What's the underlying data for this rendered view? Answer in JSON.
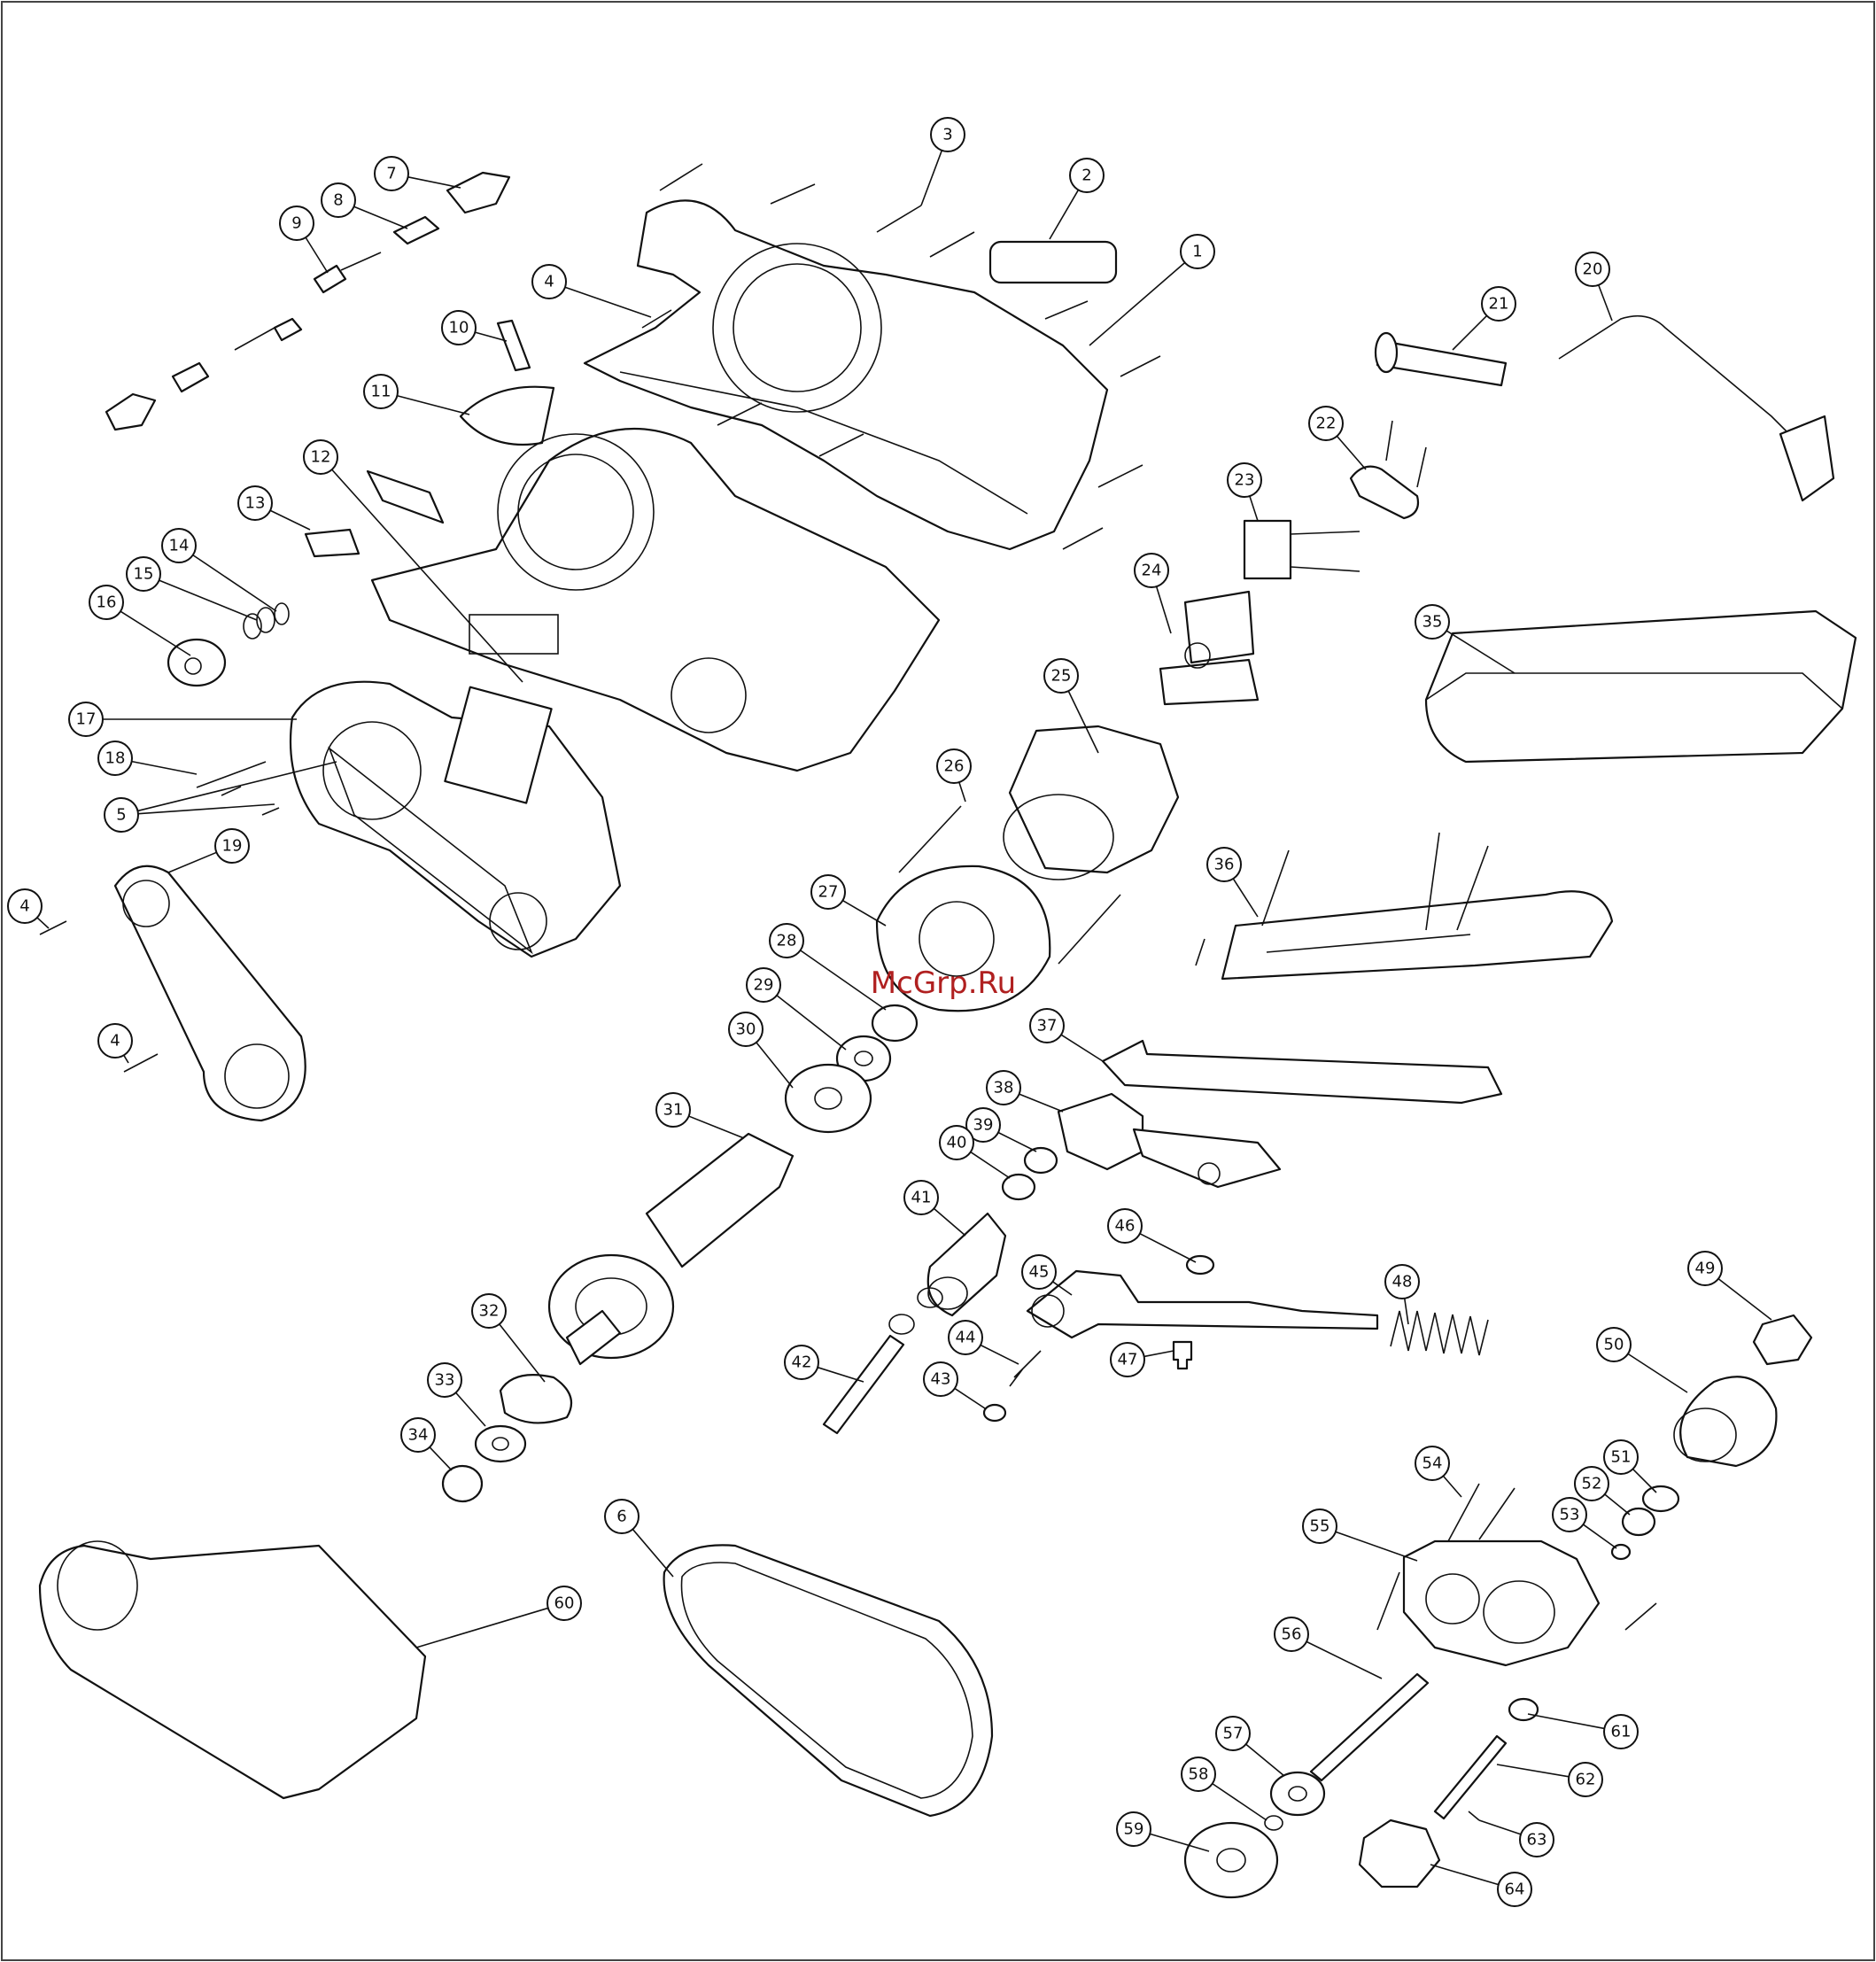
{
  "watermark": "McGrp.Ru",
  "callouts": [
    {
      "id": "c1",
      "label": "1"
    },
    {
      "id": "c2",
      "label": "2"
    },
    {
      "id": "c3",
      "label": "3"
    },
    {
      "id": "c4a",
      "label": "4"
    },
    {
      "id": "c4b",
      "label": "4"
    },
    {
      "id": "c4c",
      "label": "4"
    },
    {
      "id": "c5",
      "label": "5"
    },
    {
      "id": "c6",
      "label": "6"
    },
    {
      "id": "c7",
      "label": "7"
    },
    {
      "id": "c8",
      "label": "8"
    },
    {
      "id": "c9",
      "label": "9"
    },
    {
      "id": "c10",
      "label": "10"
    },
    {
      "id": "c11",
      "label": "11"
    },
    {
      "id": "c12",
      "label": "12"
    },
    {
      "id": "c13",
      "label": "13"
    },
    {
      "id": "c14",
      "label": "14"
    },
    {
      "id": "c15",
      "label": "15"
    },
    {
      "id": "c16",
      "label": "16"
    },
    {
      "id": "c17",
      "label": "17"
    },
    {
      "id": "c18",
      "label": "18"
    },
    {
      "id": "c19",
      "label": "19"
    },
    {
      "id": "c20",
      "label": "20"
    },
    {
      "id": "c21",
      "label": "21"
    },
    {
      "id": "c22",
      "label": "22"
    },
    {
      "id": "c23",
      "label": "23"
    },
    {
      "id": "c24",
      "label": "24"
    },
    {
      "id": "c25",
      "label": "25"
    },
    {
      "id": "c26",
      "label": "26"
    },
    {
      "id": "c27",
      "label": "27"
    },
    {
      "id": "c28",
      "label": "28"
    },
    {
      "id": "c29",
      "label": "29"
    },
    {
      "id": "c30",
      "label": "30"
    },
    {
      "id": "c31",
      "label": "31"
    },
    {
      "id": "c32",
      "label": "32"
    },
    {
      "id": "c33",
      "label": "33"
    },
    {
      "id": "c34",
      "label": "34"
    },
    {
      "id": "c35",
      "label": "35"
    },
    {
      "id": "c36",
      "label": "36"
    },
    {
      "id": "c37",
      "label": "37"
    },
    {
      "id": "c38",
      "label": "38"
    },
    {
      "id": "c39",
      "label": "39"
    },
    {
      "id": "c40",
      "label": "40"
    },
    {
      "id": "c41",
      "label": "41"
    },
    {
      "id": "c42",
      "label": "42"
    },
    {
      "id": "c43",
      "label": "43"
    },
    {
      "id": "c44",
      "label": "44"
    },
    {
      "id": "c45",
      "label": "45"
    },
    {
      "id": "c46",
      "label": "46"
    },
    {
      "id": "c47",
      "label": "47"
    },
    {
      "id": "c48",
      "label": "48"
    },
    {
      "id": "c49",
      "label": "49"
    },
    {
      "id": "c50",
      "label": "50"
    },
    {
      "id": "c51",
      "label": "51"
    },
    {
      "id": "c52",
      "label": "52"
    },
    {
      "id": "c53",
      "label": "53"
    },
    {
      "id": "c54",
      "label": "54"
    },
    {
      "id": "c55",
      "label": "55"
    },
    {
      "id": "c56",
      "label": "56"
    },
    {
      "id": "c57",
      "label": "57"
    },
    {
      "id": "c58",
      "label": "58"
    },
    {
      "id": "c59",
      "label": "59"
    },
    {
      "id": "c60",
      "label": "60"
    },
    {
      "id": "c61",
      "label": "61"
    },
    {
      "id": "c62",
      "label": "62"
    },
    {
      "id": "c63",
      "label": "63"
    },
    {
      "id": "c64",
      "label": "64"
    }
  ]
}
